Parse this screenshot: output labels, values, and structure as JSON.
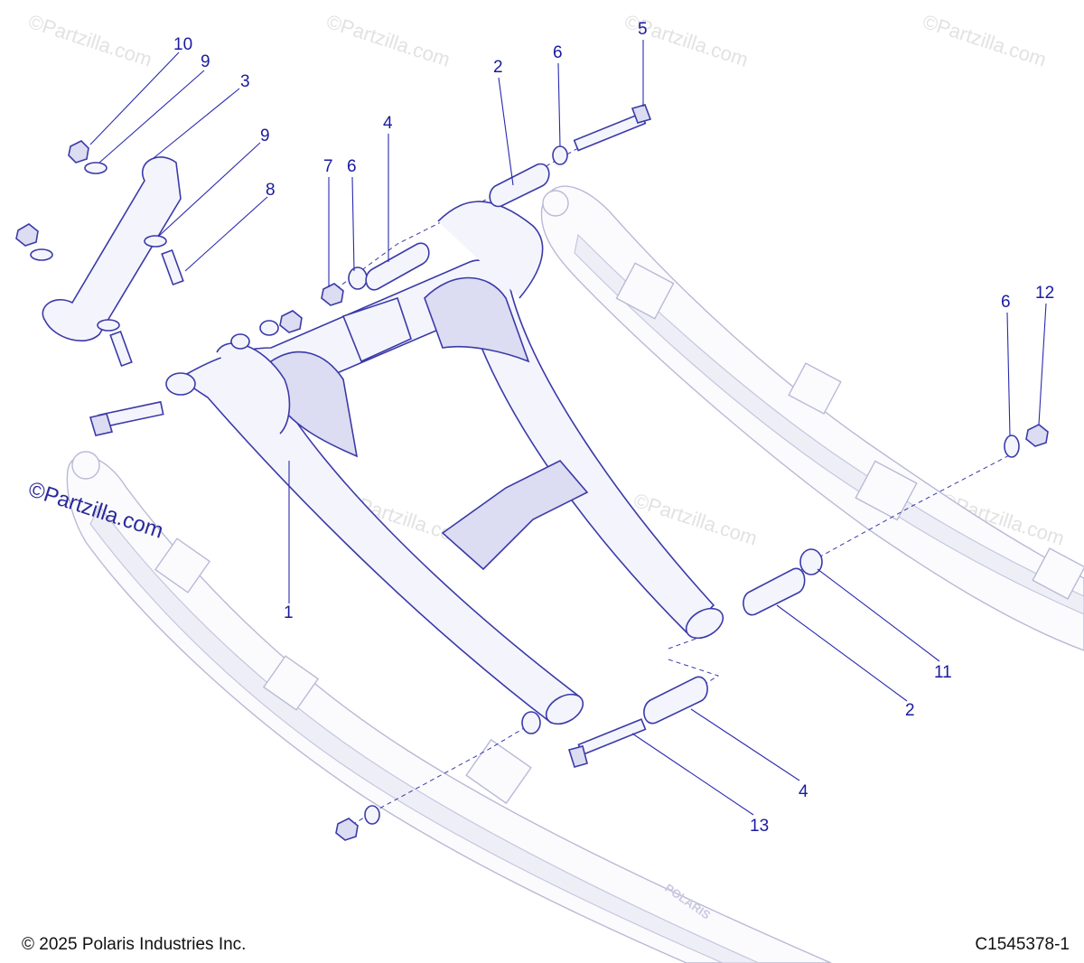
{
  "watermarks": {
    "faint": "©Partzilla.com",
    "prominent": "©Partzilla.com"
  },
  "callouts": [
    "10",
    "9",
    "3",
    "9",
    "8",
    "7",
    "6",
    "4",
    "2",
    "6",
    "5",
    "6",
    "12",
    "1",
    "11",
    "2",
    "4",
    "13"
  ],
  "footer": {
    "copyright": "© 2025 Polaris Industries Inc.",
    "drawing_id": "C1545378-1"
  },
  "rail_brand": "POLARIS",
  "colors": {
    "callout": "#1a1aa0",
    "line_art": "#3a3aa8",
    "ghost_rail": "#b9b9d6"
  }
}
